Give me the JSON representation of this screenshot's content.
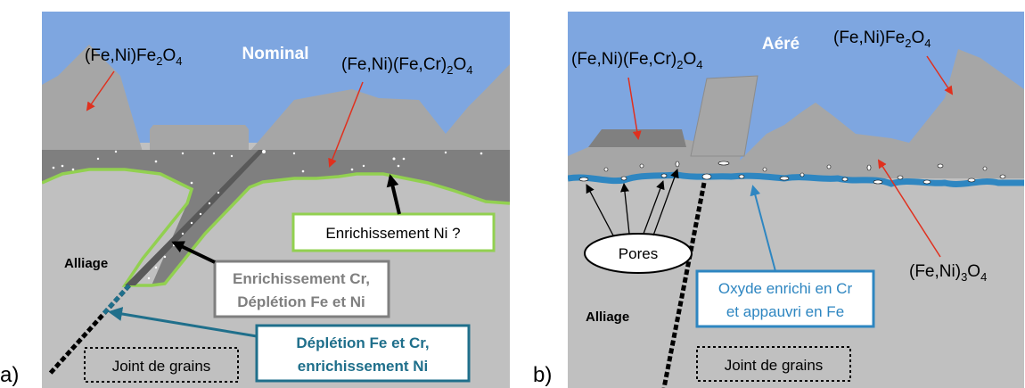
{
  "panel_a": {
    "label": "a)",
    "title": "Nominal",
    "oxide_outer": {
      "prefix": "(Fe,Ni)Fe",
      "sub1": "2",
      "mid": "O",
      "sub2": "4"
    },
    "oxide_spinel": {
      "prefix": "(Fe,Ni)(Fe,Cr)",
      "sub1": "2",
      "mid": "O",
      "sub2": "4"
    },
    "alloy_label": "Alliage",
    "box_ni": "Enrichissement Ni ?",
    "box_cr_line1": "Enrichissement Cr,",
    "box_cr_line2": "Déplétion Fe et Ni",
    "box_depletion_line1": "Déplétion Fe et Cr,",
    "box_depletion_line2": "enrichissement Ni",
    "grain_boundary": "Joint de grains"
  },
  "panel_b": {
    "label": "b)",
    "title": "Aéré",
    "oxide_spinel": {
      "prefix": "(Fe,Ni)(Fe,Cr)",
      "sub1": "2",
      "mid": "O",
      "sub2": "4"
    },
    "oxide_outer": {
      "prefix": "(Fe,Ni)Fe",
      "sub1": "2",
      "mid": "O",
      "sub2": "4"
    },
    "oxide_magnetite": {
      "prefix": "(Fe,Ni)",
      "sub1": "3",
      "mid": "O",
      "sub2": "4"
    },
    "pores": "Pores",
    "oxide_box_line1": "Oxyde enrichi en Cr",
    "oxide_box_line2": "et appauvri en Fe",
    "alloy_label": "Alliage",
    "grain_boundary": "Joint de grains"
  },
  "colors": {
    "sky": "#7ea6e0",
    "oxide_light": "#a6a6a6",
    "oxide_dark": "#808080",
    "alloy": "#c0c0c0",
    "green": "#92d050",
    "blue_layer": "#2e86c1",
    "red_arrow": "#e0301e",
    "teal_text": "#1f6f8b"
  }
}
